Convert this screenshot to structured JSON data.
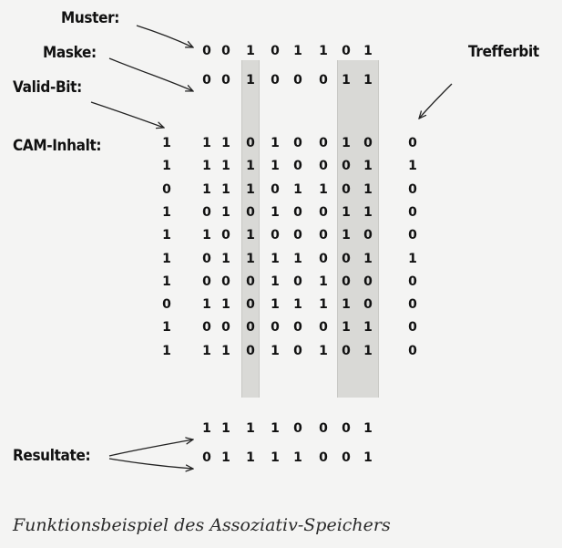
{
  "labels": {
    "muster": "Muster:",
    "maske": "Maske:",
    "valid_bit": "Valid-Bit:",
    "cam_inhalt": "CAM-Inhalt:",
    "trefferbit": "Trefferbit",
    "resultate": "Resultate:"
  },
  "muster_bits": [
    "0",
    "0",
    "1",
    "0",
    "1",
    "1",
    "0",
    "1"
  ],
  "maske_bits": [
    "0",
    "0",
    "1",
    "0",
    "0",
    "0",
    "1",
    "1"
  ],
  "shaded_columns": [
    2,
    6,
    7
  ],
  "cam_rows": [
    {
      "valid": "1",
      "bits": [
        "1",
        "1",
        "0",
        "1",
        "0",
        "0",
        "1",
        "0"
      ],
      "hit": "0"
    },
    {
      "valid": "1",
      "bits": [
        "1",
        "1",
        "1",
        "1",
        "0",
        "0",
        "0",
        "1"
      ],
      "hit": "1"
    },
    {
      "valid": "0",
      "bits": [
        "1",
        "1",
        "1",
        "0",
        "1",
        "1",
        "0",
        "1"
      ],
      "hit": "0"
    },
    {
      "valid": "1",
      "bits": [
        "0",
        "1",
        "0",
        "1",
        "0",
        "0",
        "1",
        "1"
      ],
      "hit": "0"
    },
    {
      "valid": "1",
      "bits": [
        "1",
        "0",
        "1",
        "0",
        "0",
        "0",
        "1",
        "0"
      ],
      "hit": "0"
    },
    {
      "valid": "1",
      "bits": [
        "0",
        "1",
        "1",
        "1",
        "1",
        "0",
        "0",
        "1"
      ],
      "hit": "1"
    },
    {
      "valid": "1",
      "bits": [
        "0",
        "0",
        "0",
        "1",
        "0",
        "1",
        "0",
        "0"
      ],
      "hit": "0"
    },
    {
      "valid": "0",
      "bits": [
        "1",
        "1",
        "0",
        "1",
        "1",
        "1",
        "1",
        "0"
      ],
      "hit": "0"
    },
    {
      "valid": "1",
      "bits": [
        "0",
        "0",
        "0",
        "0",
        "0",
        "0",
        "1",
        "1"
      ],
      "hit": "0"
    },
    {
      "valid": "1",
      "bits": [
        "1",
        "1",
        "0",
        "1",
        "0",
        "1",
        "0",
        "1"
      ],
      "hit": "0"
    }
  ],
  "resultate_rows": [
    [
      "1",
      "1",
      "1",
      "1",
      "0",
      "0",
      "0",
      "1"
    ],
    [
      "0",
      "1",
      "1",
      "1",
      "1",
      "0",
      "0",
      "1"
    ]
  ],
  "caption": "Funktionsbeispiel des Assoziativ-Speichers"
}
